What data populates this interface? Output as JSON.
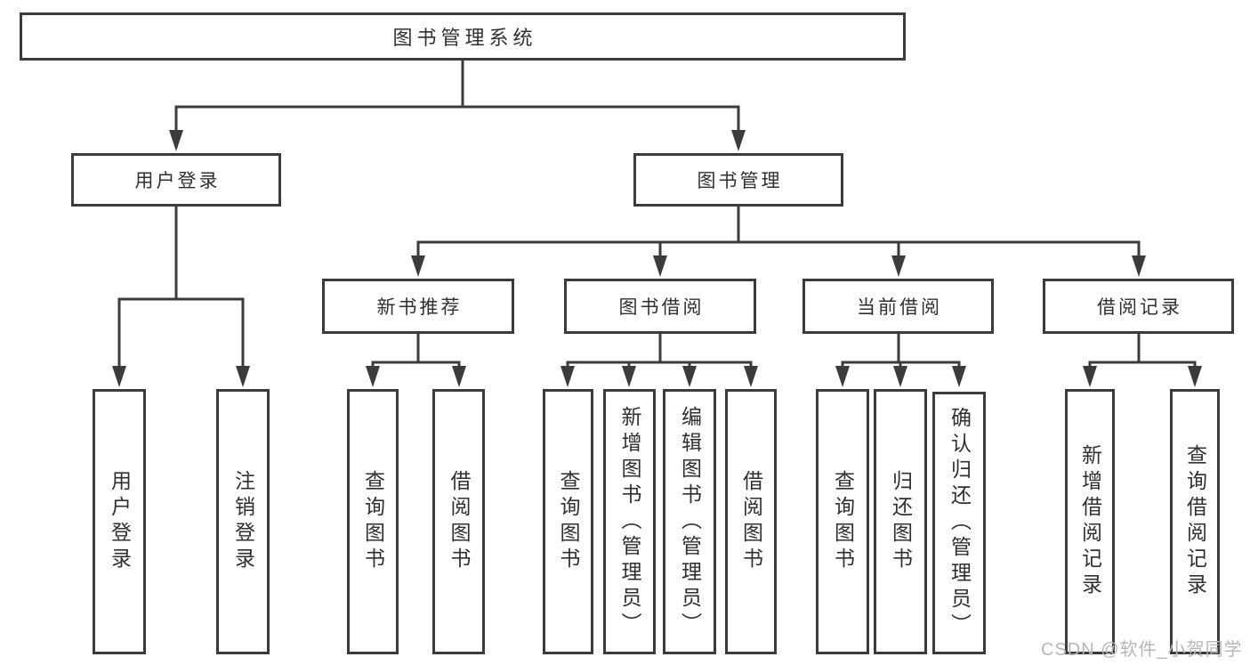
{
  "diagram": {
    "root": {
      "label": "图书管理系统"
    },
    "branches": [
      {
        "label": "用户登录",
        "children": [
          {
            "label": "用户登录"
          },
          {
            "label": "注销登录"
          }
        ]
      },
      {
        "label": "图书管理",
        "sections": [
          {
            "label": "新书推荐",
            "children": [
              {
                "label": "查询图书"
              },
              {
                "label": "借阅图书"
              }
            ]
          },
          {
            "label": "图书借阅",
            "children": [
              {
                "label": "查询图书"
              },
              {
                "label": "新增图书（管理员）"
              },
              {
                "label": "编辑图书（管理员）"
              },
              {
                "label": "借阅图书"
              }
            ]
          },
          {
            "label": "当前借阅",
            "children": [
              {
                "label": "查询图书"
              },
              {
                "label": "归还图书"
              },
              {
                "label": "确认归还（管理员）"
              }
            ]
          },
          {
            "label": "借阅记录",
            "children": [
              {
                "label": "新增借阅记录"
              },
              {
                "label": "查询借阅记录"
              }
            ]
          }
        ]
      }
    ]
  },
  "watermark": {
    "text": "CSDN @软件_小贺同学"
  },
  "colors": {
    "line": "#3b3b3b",
    "text": "#303030",
    "watermark": "#b6b6b6",
    "background": "#ffffff"
  }
}
